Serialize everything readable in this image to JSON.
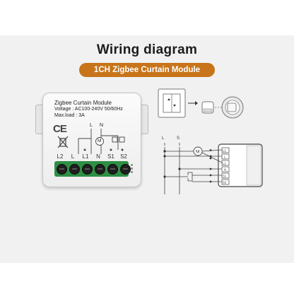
{
  "header": {
    "title": "Wiring diagram",
    "subtitle": "1CH Zigbee Curtain Module"
  },
  "module": {
    "name": "Zigbee Curtain Module",
    "voltage": "Voltage : AC100-240V 50/60Hz",
    "max_load": "Max.load : 3A",
    "ce_mark": "CE",
    "schematic_labels": [
      "L",
      "N"
    ],
    "motor_symbol": "M",
    "terminals": [
      "L2",
      "L",
      "L1",
      "N",
      "S1",
      "S2"
    ]
  },
  "schematic": {
    "rail_labels": [
      "L",
      "S"
    ],
    "motor_symbol": "M",
    "terminal_labels": [
      "L2",
      "L",
      "L1",
      "N",
      "S1",
      "S2"
    ]
  },
  "colors": {
    "accent": "#c7741a",
    "terminal_block": "#2f8f45",
    "band": "#f1f1f1"
  }
}
